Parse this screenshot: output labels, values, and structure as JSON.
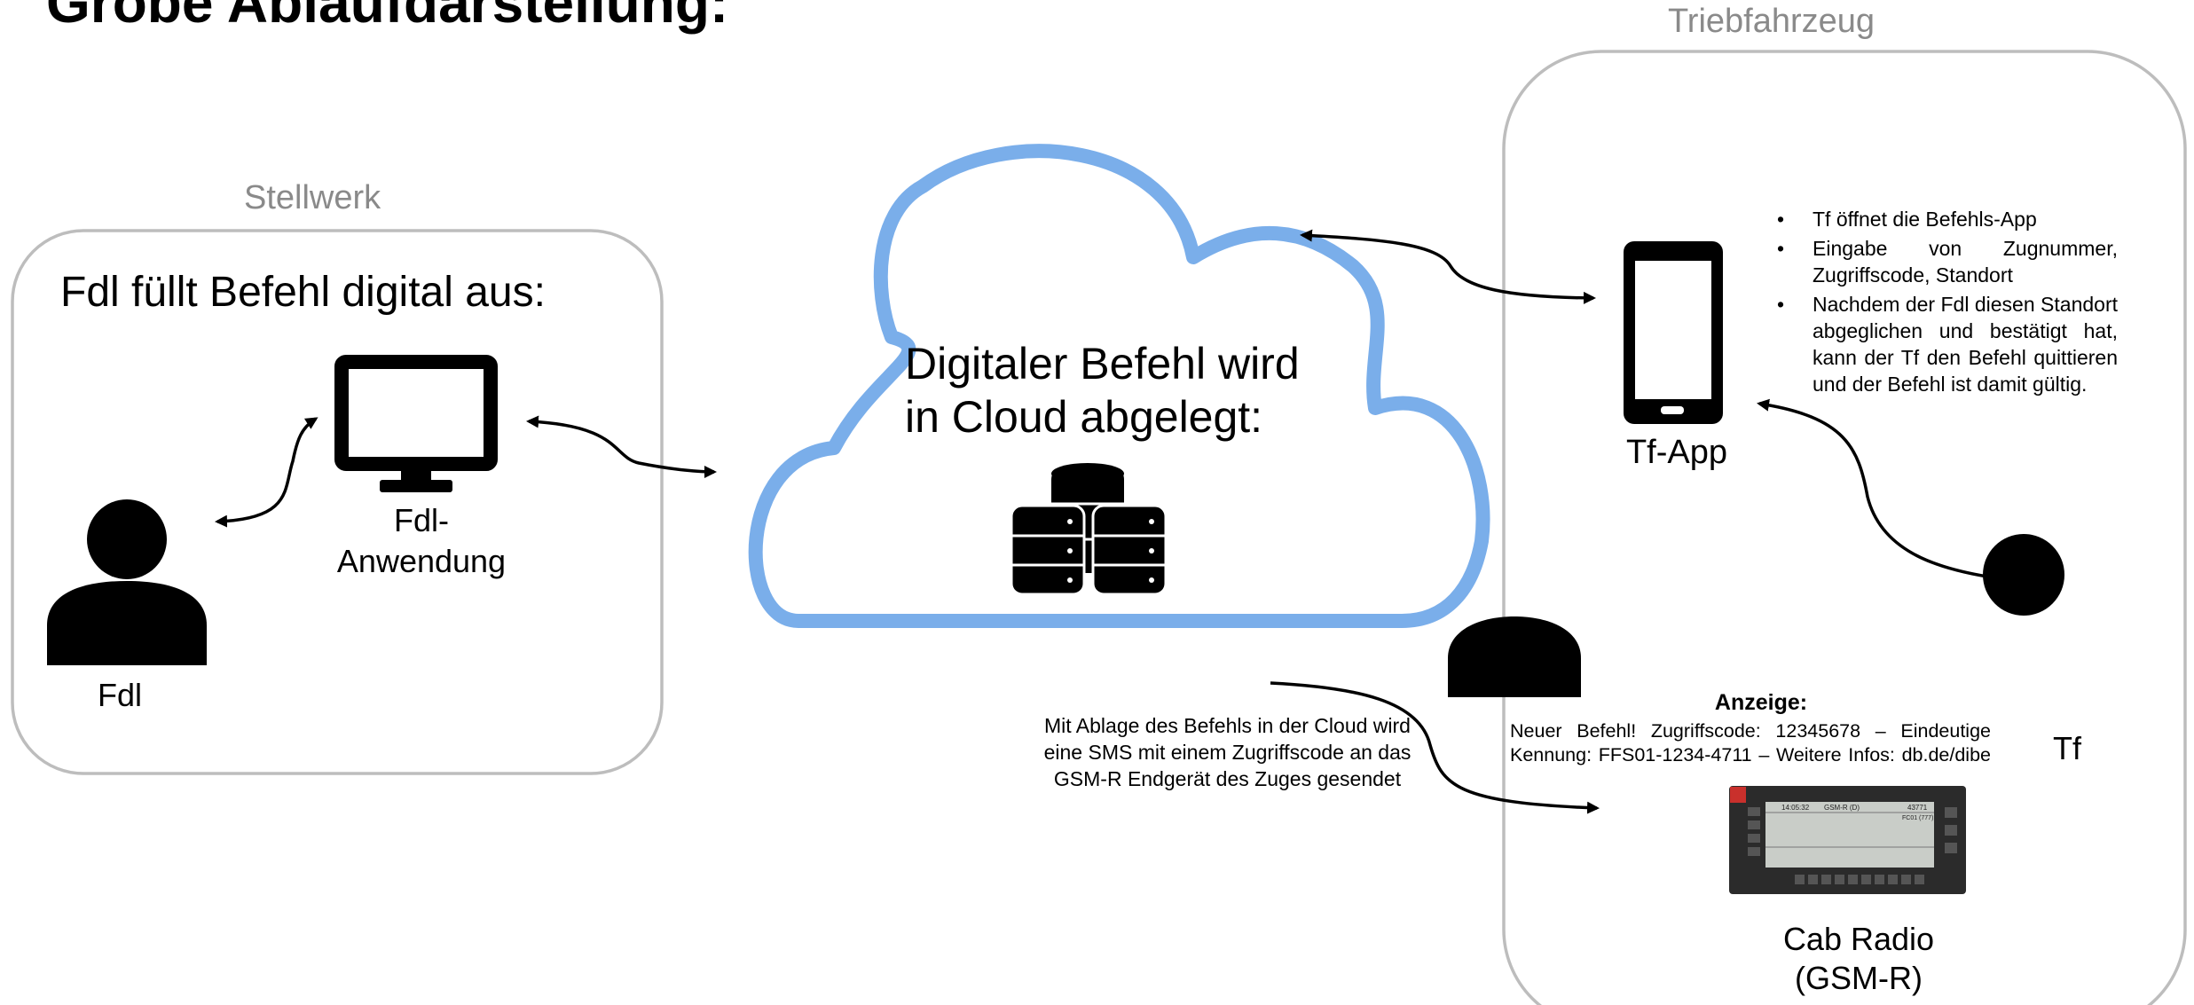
{
  "title": "Grobe Ablaufdarstellung:",
  "groups": {
    "stellwerk": "Stellwerk",
    "triebfahrzeug": "Triebfahrzeug"
  },
  "stellwerk_box": {
    "heading": "Fdl füllt Befehl digital aus:",
    "fdl_label": "Fdl",
    "anwendung_label_1": "Fdl-",
    "anwendung_label_2": "Anwendung"
  },
  "cloud": {
    "line1": "Digitaler Befehl wird",
    "line2": "in Cloud abgelegt:"
  },
  "triebfahrzeug_box": {
    "app_label": "Tf-App",
    "tf_label": "Tf",
    "bullets": [
      "Tf öffnet die Befehls-App",
      "Eingabe von Zugnummer, Zugriffscode, Standort",
      "Nachdem der Fdl diesen Standort abgeglichen und bestätigt hat, kann der Tf den Befehl quittieren und der Befehl ist damit gültig."
    ],
    "display_title": "Anzeige:",
    "display_message": "Neuer Befehl! Zugriffscode: 12345678 – Eindeutige Kennung: FFS01-1234-4711 – Weitere Infos: db.de/dibe",
    "radio_label_1": "Cab Radio",
    "radio_label_2": "(GSM-R)"
  },
  "sms_note": "Mit Ablage des Befehls in der Cloud wird eine SMS mit einem Zugriffscode an das GSM-R Endgerät des Zuges gesendet",
  "cab_radio_screen": {
    "time": "14:05:32",
    "network": "GSM-R (D)",
    "number": "43771",
    "id_line": "FC01 (777)"
  },
  "colors": {
    "cloud_outline": "#7aaeea",
    "box_outline": "#bdbdbd",
    "group_label": "#8a8a8a",
    "radio_body": "#2b2b2b",
    "radio_screen": "#c9cdc8"
  },
  "icons": [
    "person-icon",
    "monitor-icon",
    "cloud-icon",
    "database-icon",
    "smartphone-icon",
    "cab-radio-icon"
  ]
}
